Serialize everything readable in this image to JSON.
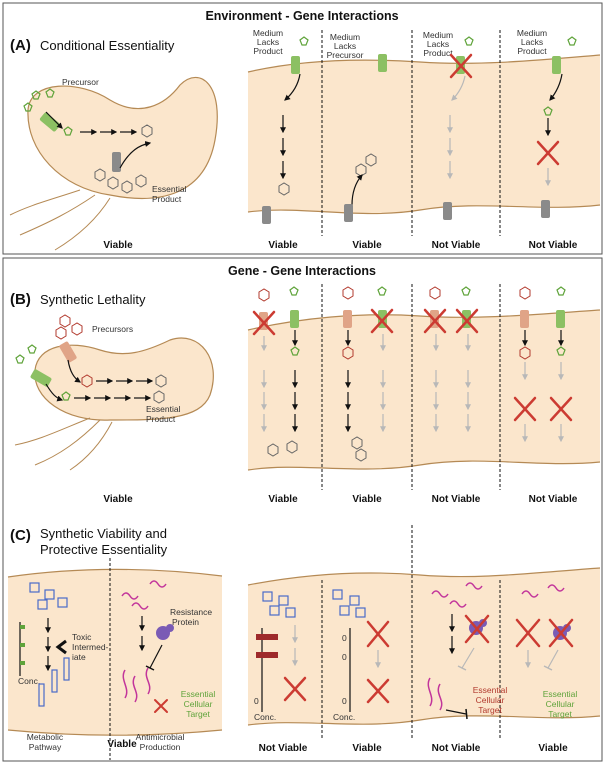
{
  "colors": {
    "cell_fill": "#fbe6cc",
    "cell_stroke": "#b58a55",
    "green_channel": "#8cc063",
    "orange_channel": "#e0a487",
    "gray_channel": "#8a8a8a",
    "red_cross": "#cc3b32",
    "magenta": "#c2359b",
    "blue_box": "#4a6bc8",
    "purple": "#7a5bb5",
    "arrow_black": "#111111",
    "arrow_gray": "#b8b8b8"
  },
  "icons": {
    "substrate": "green-pentagon-icon",
    "precursor_red": "red-hexagon-icon",
    "product": "gray-hexagon-icon",
    "block": "red-x-icon",
    "transporter": "membrane-channel-icon"
  },
  "section1": {
    "title": "Environment - Gene Interactions",
    "label": "(A)",
    "name": "Conditional Essentiality",
    "cell_labels": {
      "precursor": "Precursor",
      "essential_product_line1": "Essential",
      "essential_product_line2": "Product"
    },
    "cell_status": "Viable",
    "conditions": [
      {
        "line1": "Medium",
        "line2": "Lacks",
        "line3": "Product"
      },
      {
        "line1": "Medium",
        "line2": "Lacks",
        "line3": "Precursor"
      },
      {
        "line1": "Medium",
        "line2": "Lacks",
        "line3": "Product"
      },
      {
        "line1": "Medium",
        "line2": "Lacks",
        "line3": "Product"
      }
    ],
    "outcomes": [
      "Viable",
      "Viable",
      "Not Viable",
      "Not Viable"
    ]
  },
  "section2": {
    "title": "Gene - Gene Interactions",
    "label_b": "(B)",
    "name_b": "Synthetic Lethality",
    "labels_b": {
      "precursors": "Precursors",
      "essential_line1": "Essential",
      "essential_line2": "Product"
    },
    "cell_status_b": "Viable",
    "outcomes_b": [
      "Viable",
      "Viable",
      "Not Viable",
      "Not Viable"
    ],
    "label_c": "(C)",
    "name_c_line1": "Synthetic Viability and",
    "name_c_line2": "Protective Essentiality",
    "labels_c": {
      "toxic_line1": "Toxic",
      "toxic_line2": "Intermed-",
      "toxic_line3": "iate",
      "conc": "Conc.",
      "resistance_line1": "Resistance",
      "resistance_line2": "Protein",
      "target_line1": "Essential",
      "target_line2": "Cellular",
      "target_line3": "Target",
      "metabolic_line1": "Metabolic",
      "metabolic_line2": "Pathway",
      "antimicrobial_line1": "Antimicrobial",
      "antimicrobial_line2": "Production",
      "zero": "0"
    },
    "cell_status_c": "Viable",
    "outcomes_c": [
      "Not Viable",
      "Viable",
      "Not Viable",
      "Viable"
    ]
  }
}
